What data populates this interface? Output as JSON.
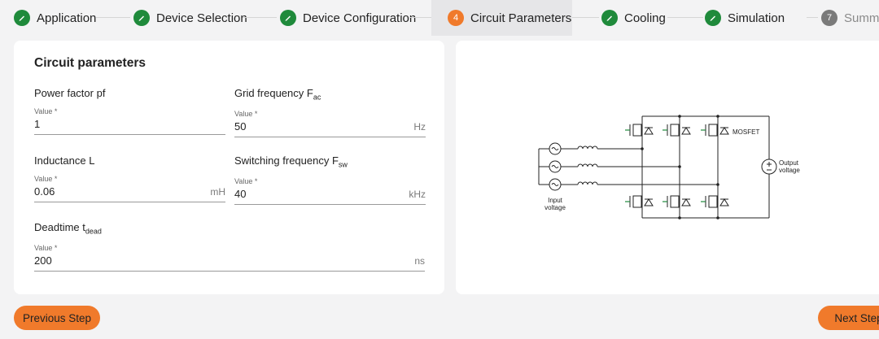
{
  "stepper": {
    "steps": [
      {
        "label": "Application",
        "status": "done"
      },
      {
        "label": "Device Selection",
        "status": "done"
      },
      {
        "label": "Device Configuration",
        "status": "done"
      },
      {
        "label": "Circuit Parameters",
        "status": "current",
        "number": "4"
      },
      {
        "label": "Cooling",
        "status": "done"
      },
      {
        "label": "Simulation",
        "status": "done"
      },
      {
        "label": "Summar",
        "status": "todo",
        "number": "7"
      }
    ]
  },
  "form": {
    "title": "Circuit parameters",
    "value_caption": "Value *",
    "fields": {
      "power_factor": {
        "label": "Power factor pf",
        "value": "1",
        "unit": ""
      },
      "grid_frequency": {
        "label": "Grid frequency F",
        "sub": "ac",
        "value": "50",
        "unit": "Hz"
      },
      "inductance": {
        "label": "Inductance L",
        "value": "0.06",
        "unit": "mH"
      },
      "switching_frequency": {
        "label": "Switching frequency F",
        "sub": "sw",
        "value": "40",
        "unit": "kHz"
      },
      "deadtime": {
        "label": "Deadtime t",
        "sub": "dead",
        "value": "200",
        "unit": "ns"
      }
    }
  },
  "diagram": {
    "device_label": "MOSFET",
    "input_label_line1": "Input",
    "input_label_line2": "voltage",
    "output_label_line1": "Output",
    "output_label_line2": "voltage"
  },
  "buttons": {
    "previous": "Previous Step",
    "next": "Next Step"
  },
  "colors": {
    "accent": "#f07a2b",
    "done": "#1f8a3b",
    "todo": "#7a7a7a"
  }
}
